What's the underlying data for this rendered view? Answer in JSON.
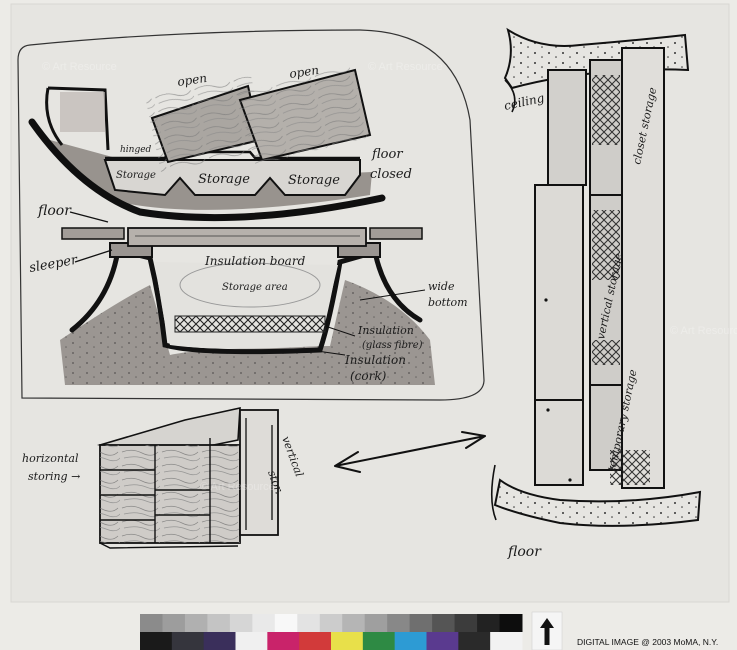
{
  "labels": {
    "open_left": "open",
    "open_right": "open",
    "hinged": "hinged",
    "storage_1": "Storage",
    "storage_2": "Storage",
    "storage_3": "Storage",
    "floor_closed_1": "floor",
    "floor_closed_2": "closed",
    "floor": "floor",
    "sleeper": "sleeper",
    "insulation_board": "Insulation board",
    "storage_area": "Storage area",
    "wide_bottom_1": "wide",
    "wide_bottom_2": "bottom",
    "insulation_glass_1": "Insulation",
    "insulation_glass_2": "(glass fibre)",
    "insulation_cork_1": "Insulation",
    "insulation_cork_2": "(cork)",
    "ceiling": "ceiling",
    "closet_storage": "closet storage",
    "vertical_storage": "vertical storage",
    "temporary_storage": "temporary storage",
    "horizontal_storing_1": "horizontal",
    "horizontal_storing_2": "storing →",
    "vertical_storage_small_1": "vertical",
    "vertical_storage_small_2": "stor.",
    "floor_bottom": "floor"
  },
  "watermark": "© Art Resource",
  "credit": "DIGITAL IMAGE @ 2003 MoMA, N.Y.",
  "colors": {
    "paper": "#ecebe7",
    "board": "#e4e3df",
    "ink": "#151515",
    "wash": "#8f8a86",
    "wash_light": "#c9c6c1"
  },
  "color_bar": {
    "top": [
      "#8b8b8b",
      "#9d9d9d",
      "#b0b0b0",
      "#c4c4c4",
      "#d6d6d6",
      "#e9e9e9",
      "#f8f8f8",
      "#e3e3e3",
      "#cccccc",
      "#b5b5b5",
      "#9f9f9f",
      "#888888",
      "#6f6f6f",
      "#555555",
      "#3c3c3c",
      "#222222",
      "#0d0d0d"
    ],
    "bottom": [
      "#1a1a1a",
      "#35353d",
      "#3a2f5b",
      "#f0f0f0",
      "#c9236a",
      "#d23a3a",
      "#e8e04a",
      "#2e8a44",
      "#2d9bd4",
      "#5a3a8f",
      "#2a2a2a",
      "#f2f2f2"
    ]
  },
  "icon": "up-arrow-icon"
}
